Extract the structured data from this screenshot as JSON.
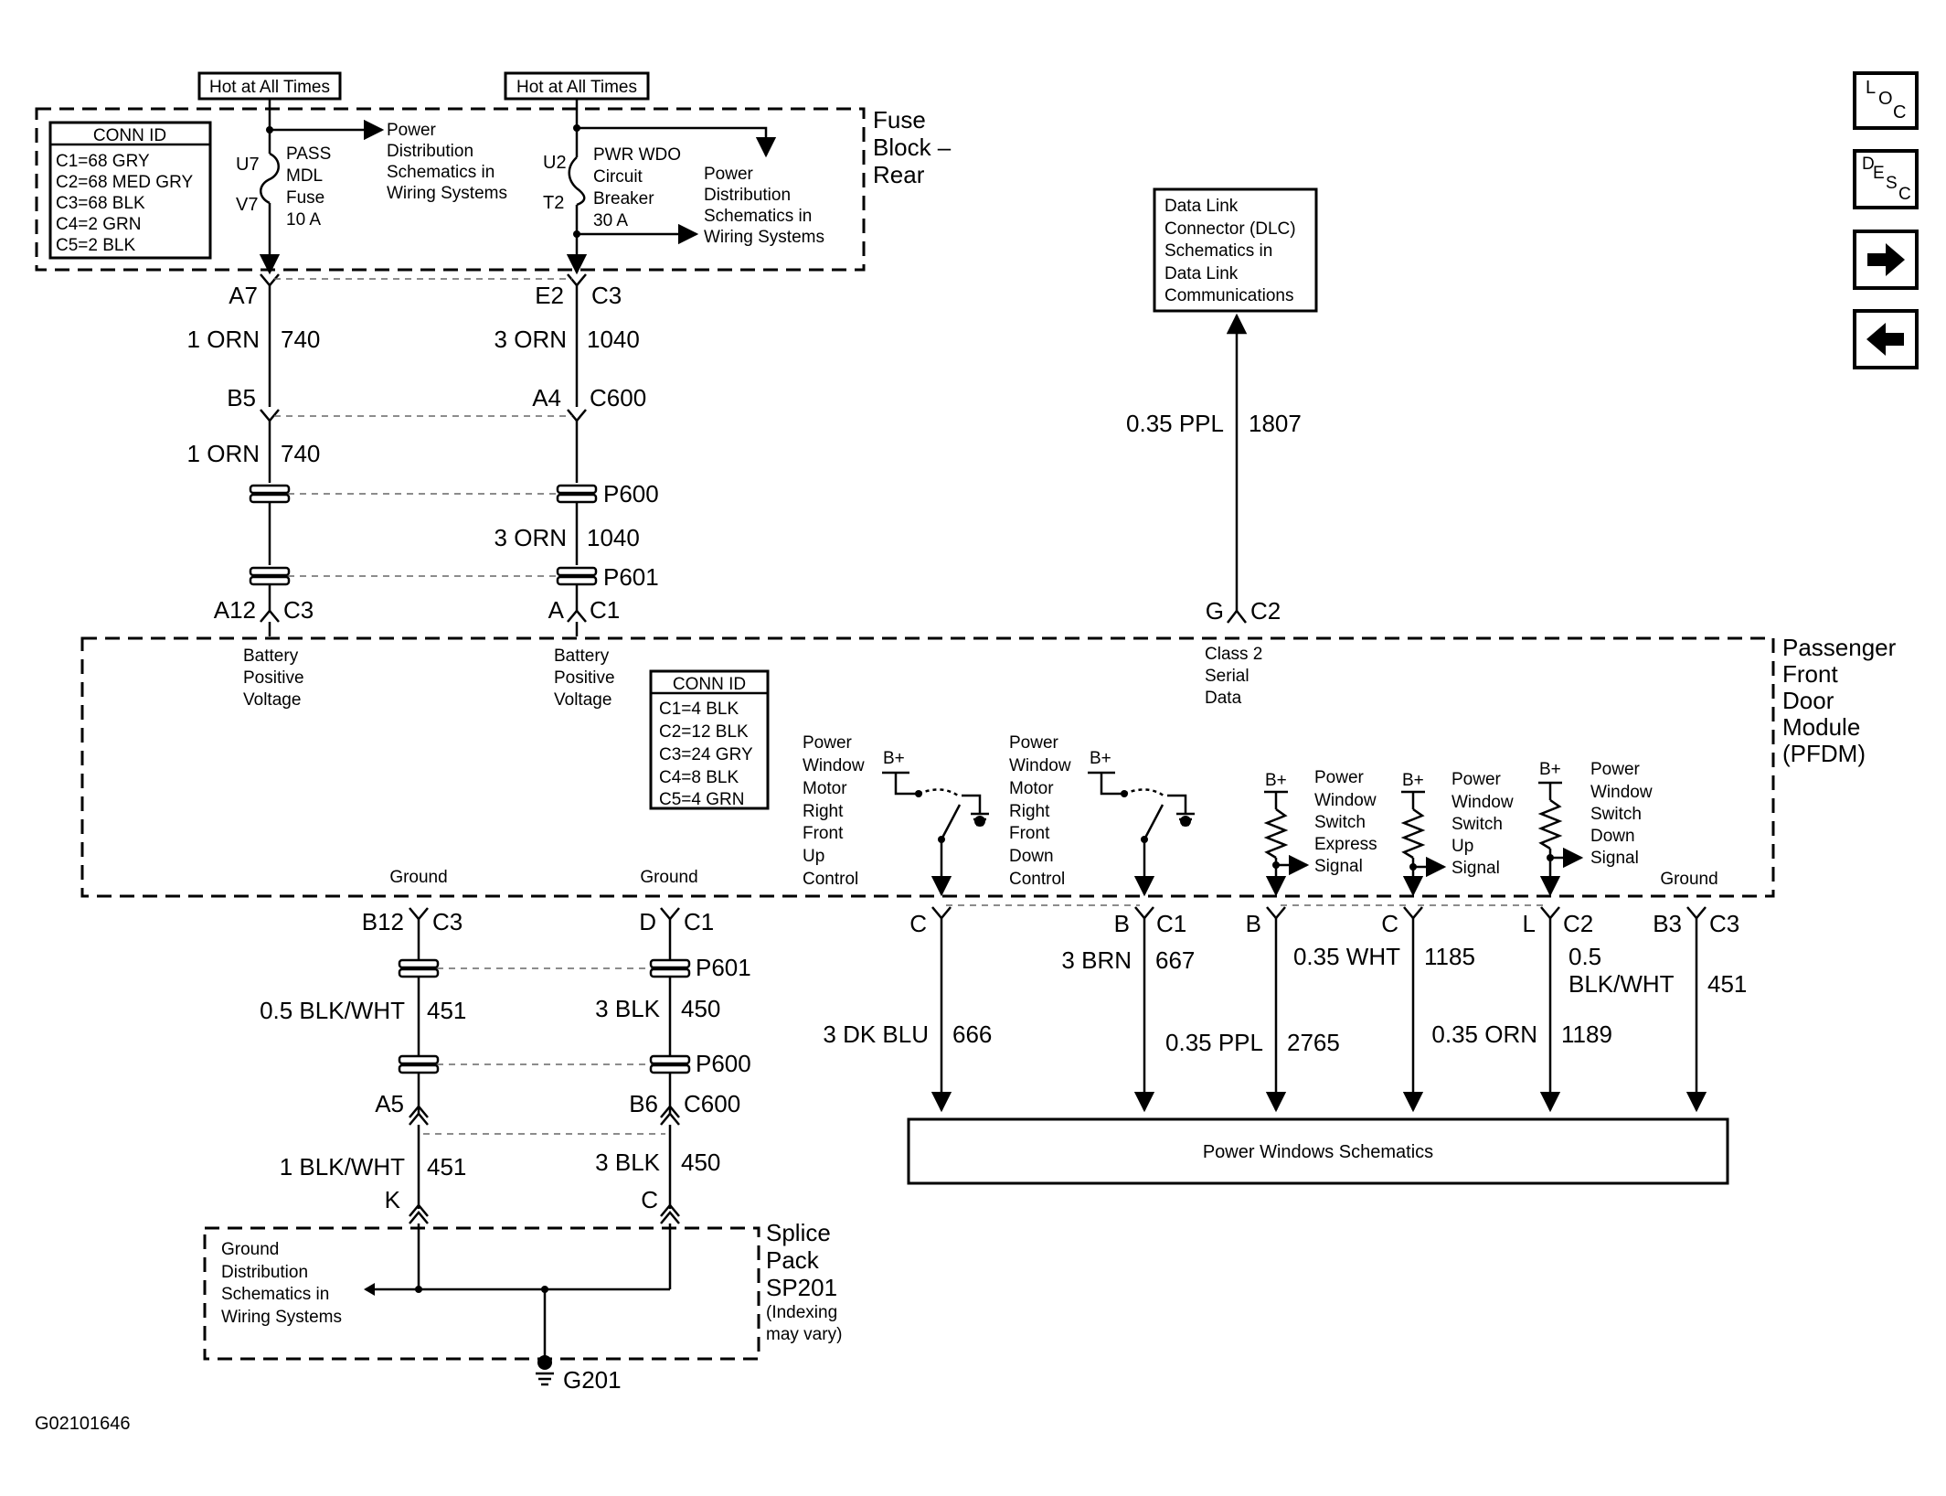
{
  "fuse_block": {
    "name": [
      "Fuse",
      "Block –",
      "Rear"
    ],
    "hot_label_1": "Hot at All Times",
    "hot_label_2": "Hot at All Times",
    "conn_id": {
      "title": "CONN ID",
      "rows": [
        "C1=68 GRY",
        "C2=68 MED GRY",
        "C3=68 BLK",
        "C4=2 GRN",
        "C5=2 BLK"
      ]
    },
    "fuse_1": {
      "top_pin": "U7",
      "bottom_pin": "V7",
      "label": [
        "PASS",
        "MDL",
        "Fuse",
        "10 A"
      ]
    },
    "fuse_2": {
      "top_pin": "U2",
      "bottom_pin": "T2",
      "label": [
        "PWR WDO",
        "Circuit",
        "Breaker",
        "30 A"
      ]
    },
    "ref_1": [
      "Power",
      "Distribution",
      "Schematics in",
      "Wiring Systems"
    ],
    "ref_2": [
      "Power",
      "Distribution",
      "Schematics in",
      "Wiring Systems"
    ]
  },
  "dlc_box": [
    "Data Link",
    "Connector (DLC)",
    "Schematics in",
    "Data Link",
    "Communications"
  ],
  "nav_buttons": {
    "loc": [
      "L",
      "O",
      "C"
    ],
    "desc": [
      "D",
      "E",
      "S",
      "C"
    ]
  },
  "upper_wires": {
    "left": {
      "pin_top": "A7",
      "wire_1": {
        "gauge": "1 ORN",
        "circuit": "740"
      },
      "pin_mid": "B5",
      "wire_2": {
        "gauge": "1 ORN",
        "circuit": "740"
      },
      "pin_bottom": "A12",
      "conn_bottom": "C3"
    },
    "right": {
      "pin_top": "E2",
      "conn_top": "C3",
      "wire_1": {
        "gauge": "3 ORN",
        "circuit": "1040"
      },
      "pin_mid": "A4",
      "conn_mid": "C600",
      "p600": "P600",
      "wire_2": {
        "gauge": "3 ORN",
        "circuit": "1040"
      },
      "p601": "P601",
      "pin_bottom": "A",
      "conn_bottom": "C1"
    },
    "dlc": {
      "gauge": "0.35 PPL",
      "circuit": "1807",
      "pin": "G",
      "conn": "C2"
    }
  },
  "pfdm": {
    "name": [
      "Passenger",
      "Front",
      "Door",
      "Module",
      "(PFDM)"
    ],
    "battery_1": [
      "Battery",
      "Positive",
      "Voltage"
    ],
    "battery_2": [
      "Battery",
      "Positive",
      "Voltage"
    ],
    "class2": [
      "Class 2",
      "Serial",
      "Data"
    ],
    "conn_id": {
      "title": "CONN ID",
      "rows": [
        "C1=4 BLK",
        "C2=12 BLK",
        "C3=24 GRY",
        "C4=8 BLK",
        "C5=4 GRN"
      ]
    },
    "motor_up": [
      "Power",
      "Window",
      "Motor",
      "Right",
      "Front",
      "Up",
      "Control"
    ],
    "motor_down": [
      "Power",
      "Window",
      "Motor",
      "Right",
      "Front",
      "Down",
      "Control"
    ],
    "sw_express": [
      "Power",
      "Window",
      "Switch",
      "Express",
      "Signal"
    ],
    "sw_up": [
      "Power",
      "Window",
      "Switch",
      "Up",
      "Signal"
    ],
    "sw_down": [
      "Power",
      "Window",
      "Switch",
      "Down",
      "Signal"
    ],
    "bplus": "B+",
    "ground_1": "Ground",
    "ground_2": "Ground",
    "ground_3": "Ground"
  },
  "lower_left": {
    "left": {
      "pin_top": "B12",
      "conn_top": "C3",
      "wire_1": {
        "gauge": "0.5 BLK/WHT",
        "circuit": "451"
      },
      "pin_mid": "A5",
      "wire_2": {
        "gauge": "1 BLK/WHT",
        "circuit": "451"
      },
      "pin_bottom": "K"
    },
    "right": {
      "pin_top": "D",
      "conn_top": "C1",
      "p601": "P601",
      "wire_1": {
        "gauge": "3 BLK",
        "circuit": "450"
      },
      "p600": "P600",
      "pin_mid": "B6",
      "conn_mid": "C600",
      "wire_2": {
        "gauge": "3 BLK",
        "circuit": "450"
      },
      "pin_bottom": "C"
    }
  },
  "splice": {
    "name": [
      "Splice",
      "Pack",
      "SP201"
    ],
    "note": [
      "(Indexing",
      "may vary)"
    ],
    "ref": [
      "Ground",
      "Distribution",
      "Schematics in",
      "Wiring Systems"
    ],
    "ground": "G201"
  },
  "lower_right": {
    "w666": {
      "pin": "C",
      "gauge": "3 DK BLU",
      "circuit": "666"
    },
    "w667": {
      "pin": "B",
      "conn": "C1",
      "gauge": "3 BRN",
      "circuit": "667"
    },
    "w2765": {
      "pin": "B",
      "gauge": "0.35 PPL",
      "circuit": "2765"
    },
    "w1185": {
      "pin": "C",
      "gauge": "0.35 WHT",
      "circuit": "1185"
    },
    "w1189": {
      "pin": "L",
      "conn": "C2",
      "gauge": "0.35 ORN",
      "circuit": "1189"
    },
    "w451": {
      "pin": "B3",
      "conn": "C3",
      "gauge": [
        "0.5",
        "BLK/WHT"
      ],
      "circuit": "451"
    }
  },
  "power_windows": "Power Windows Schematics",
  "figure_id": "G02101646"
}
